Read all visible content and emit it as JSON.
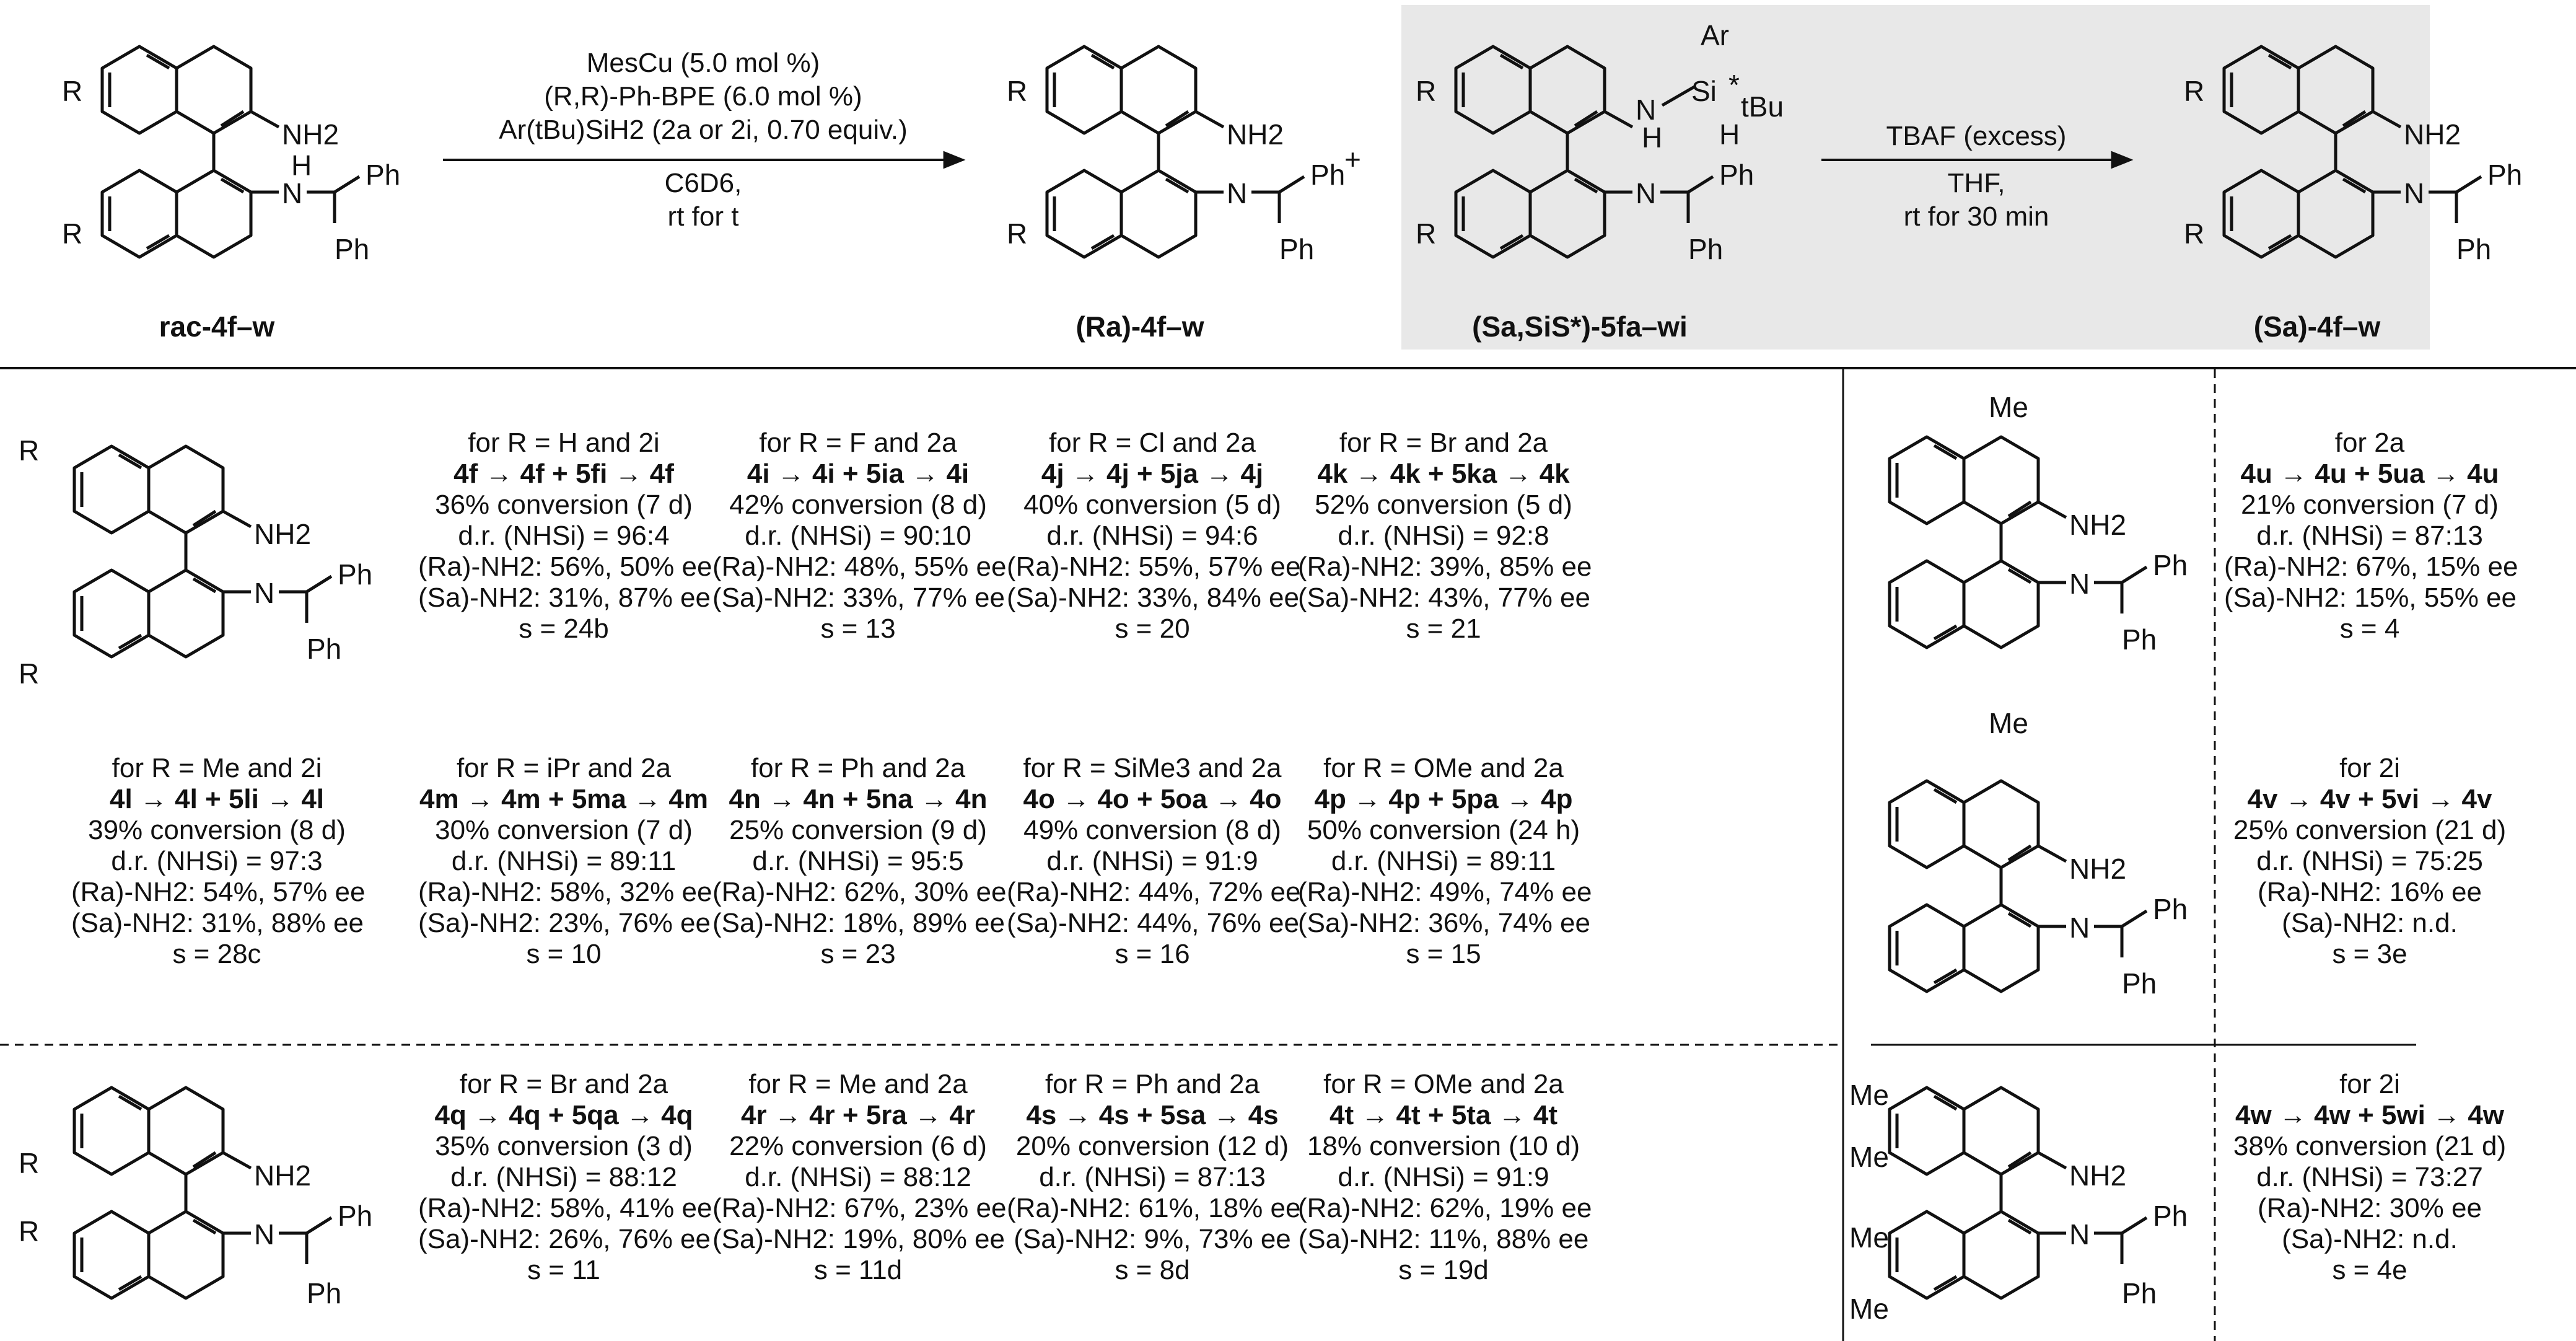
{
  "scheme": {
    "reagents_above": [
      "MesCu (5.0 mol %)",
      "(R,R)-Ph-BPE (6.0 mol %)",
      "Ar(tBu)SiH2 (2a or 2i, 0.70 equiv.)"
    ],
    "reagents_below": [
      "C6D6,",
      "rt for t"
    ],
    "step2_above": "TBAF (excess)",
    "step2_below": [
      "THF,",
      "rt for 30 min"
    ],
    "start_label": "rac-4f–w",
    "product1_label": "(Ra)-4f–w",
    "product2_label": "(Sa,SiS*)-5fa–wi",
    "final_label": "(Sa)-4f–w",
    "plus": "+"
  },
  "atoms": {
    "R": "R",
    "NH2": "NH2",
    "H": "H",
    "N": "N",
    "Ph": "Ph",
    "Ar": "Ar",
    "Si": "Si",
    "tBu": "tBu",
    "star": "*",
    "Me": "Me"
  },
  "entries": [
    {
      "cond": "for R = H and 2i",
      "rxn": "4f → 4f + 5fi → 4f",
      "conv": "36% conversion (7 d)",
      "dr": "d.r. (NHSi) = 96:4",
      "ra": "(Ra)-NH2: 56%, 50% ee",
      "sa": "(Sa)-NH2: 31%, 87% ee",
      "s": "s = 24b"
    },
    {
      "cond": "for R = F and 2a",
      "rxn": "4i → 4i + 5ia → 4i",
      "conv": "42% conversion (8 d)",
      "dr": "d.r. (NHSi) = 90:10",
      "ra": "(Ra)-NH2: 48%, 55% ee",
      "sa": "(Sa)-NH2: 33%, 77% ee",
      "s": "s = 13"
    },
    {
      "cond": "for R = Cl and 2a",
      "rxn": "4j → 4j + 5ja → 4j",
      "conv": "40% conversion (5 d)",
      "dr": "d.r. (NHSi) = 94:6",
      "ra": "(Ra)-NH2: 55%, 57% ee",
      "sa": "(Sa)-NH2: 33%, 84% ee",
      "s": "s = 20"
    },
    {
      "cond": "for R = Br and 2a",
      "rxn": "4k → 4k + 5ka → 4k",
      "conv": "52% conversion (5 d)",
      "dr": "d.r. (NHSi) = 92:8",
      "ra": "(Ra)-NH2: 39%, 85% ee",
      "sa": "(Sa)-NH2: 43%, 77% ee",
      "s": "s = 21"
    },
    {
      "cond": "for R = Me and 2i",
      "rxn": "4l → 4l + 5li → 4l",
      "conv": "39% conversion (8 d)",
      "dr": "d.r. (NHSi) = 97:3",
      "ra": "(Ra)-NH2: 54%, 57% ee",
      "sa": "(Sa)-NH2: 31%, 88% ee",
      "s": "s = 28c"
    },
    {
      "cond": "for R = iPr and 2a",
      "rxn": "4m → 4m + 5ma → 4m",
      "conv": "30% conversion (7 d)",
      "dr": "d.r. (NHSi) = 89:11",
      "ra": "(Ra)-NH2: 58%, 32% ee",
      "sa": "(Sa)-NH2: 23%, 76% ee",
      "s": "s = 10"
    },
    {
      "cond": "for R = Ph and 2a",
      "rxn": "4n → 4n + 5na → 4n",
      "conv": "25% conversion (9 d)",
      "dr": "d.r. (NHSi) = 95:5",
      "ra": "(Ra)-NH2: 62%, 30% ee",
      "sa": "(Sa)-NH2: 18%, 89% ee",
      "s": "s = 23"
    },
    {
      "cond": "for R = SiMe3 and 2a",
      "rxn": "4o → 4o + 5oa → 4o",
      "conv": "49% conversion (8 d)",
      "dr": "d.r. (NHSi) = 91:9",
      "ra": "(Ra)-NH2: 44%, 72% ee",
      "sa": "(Sa)-NH2: 44%, 76% ee",
      "s": "s = 16"
    },
    {
      "cond": "for R = OMe and 2a",
      "rxn": "4p → 4p + 5pa → 4p",
      "conv": "50% conversion (24 h)",
      "dr": "d.r. (NHSi) = 89:11",
      "ra": "(Ra)-NH2: 49%, 74% ee",
      "sa": "(Sa)-NH2: 36%, 74% ee",
      "s": "s = 15"
    },
    {
      "cond": "for R = Br and 2a",
      "rxn": "4q → 4q + 5qa → 4q",
      "conv": "35% conversion (3 d)",
      "dr": "d.r. (NHSi) = 88:12",
      "ra": "(Ra)-NH2: 58%, 41% ee",
      "sa": "(Sa)-NH2: 26%, 76% ee",
      "s": "s = 11"
    },
    {
      "cond": "for R = Me and 2a",
      "rxn": "4r → 4r + 5ra → 4r",
      "conv": "22% conversion (6 d)",
      "dr": "d.r. (NHSi) = 88:12",
      "ra": "(Ra)-NH2: 67%, 23% ee",
      "sa": "(Sa)-NH2: 19%, 80% ee",
      "s": "s = 11d"
    },
    {
      "cond": "for R = Ph and 2a",
      "rxn": "4s → 4s + 5sa → 4s",
      "conv": "20% conversion (12 d)",
      "dr": "d.r. (NHSi) = 87:13",
      "ra": "(Ra)-NH2: 61%, 18% ee",
      "sa": "(Sa)-NH2: 9%, 73% ee",
      "s": "s = 8d"
    },
    {
      "cond": "for R = OMe and 2a",
      "rxn": "4t → 4t + 5ta → 4t",
      "conv": "18% conversion (10 d)",
      "dr": "d.r. (NHSi) = 91:9",
      "ra": "(Ra)-NH2: 62%, 19% ee",
      "sa": "(Sa)-NH2: 11%, 88% ee",
      "s": "s = 19d"
    },
    {
      "cond": "for 2a",
      "rxn": "4u → 4u + 5ua → 4u",
      "conv": "21% conversion (7 d)",
      "dr": "d.r. (NHSi) = 87:13",
      "ra": "(Ra)-NH2: 67%, 15% ee",
      "sa": "(Sa)-NH2: 15%, 55% ee",
      "s": "s = 4"
    },
    {
      "cond": "for 2i",
      "rxn": "4v → 4v + 5vi → 4v",
      "conv": "25% conversion (21 d)",
      "dr": "d.r. (NHSi) = 75:25",
      "ra": "(Ra)-NH2: 16% ee",
      "sa": "(Sa)-NH2: n.d.",
      "s": "s = 3e"
    },
    {
      "cond": "for 2i",
      "rxn": "4w → 4w + 5wi → 4w",
      "conv": "38% conversion (21 d)",
      "dr": "d.r. (NHSi) = 73:27",
      "ra": "(Ra)-NH2: 30% ee",
      "sa": "(Sa)-NH2: n.d.",
      "s": "s = 4e"
    }
  ]
}
